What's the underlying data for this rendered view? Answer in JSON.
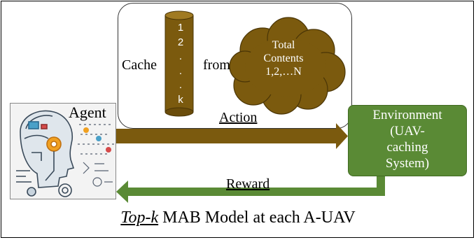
{
  "action_panel": {
    "cache_label": "Cache",
    "from_label": "from",
    "cache_slots": [
      "1",
      "2",
      ".",
      ".",
      ".",
      "k"
    ],
    "cloud_lines": [
      "Total",
      "Contents",
      "1,2,…N"
    ]
  },
  "arrows": {
    "action_label": "Action",
    "reward_label": "Reward"
  },
  "agent": {
    "label": "Agent"
  },
  "environment": {
    "lines": [
      "Environment",
      "(UAV-",
      "caching",
      "System)"
    ]
  },
  "caption": {
    "italic_part": "Top-k",
    "rest": " MAB Model at each A-UAV"
  },
  "colors": {
    "cylinder": "#7b5a0e",
    "cloud": "#7b5a0e",
    "action_arrow": "#7b5a0e",
    "environment": "#5a8a35",
    "reward_arrow": "#5a8a35"
  }
}
